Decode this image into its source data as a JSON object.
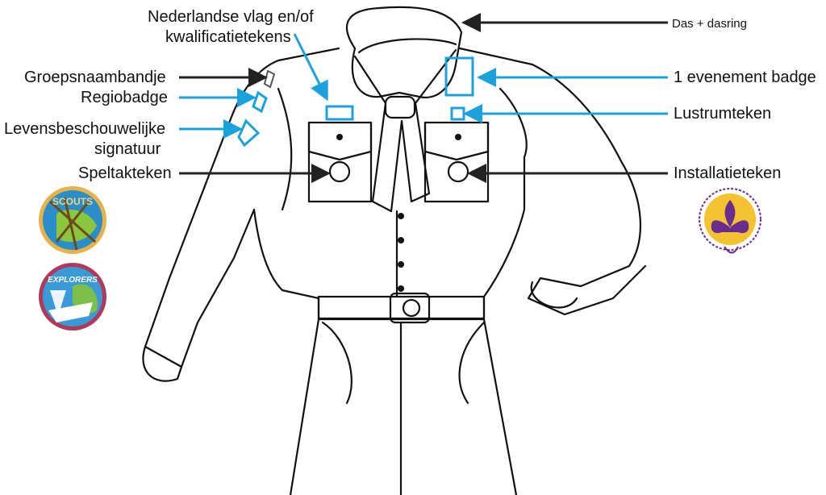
{
  "labels": {
    "flag_line1": "Nederlandse vlag en/of",
    "flag_line2": "kwalificatietekens",
    "scarf": "Das + dasring",
    "group_name": "Groepsnaambandje",
    "region": "Regiobadge",
    "belief_line1": "Levensbeschouwelijke",
    "belief_line2": "signatuur",
    "section": "Speltakteken",
    "event": "1 evenement badge",
    "lustrum": "Lustrumteken",
    "installation": "Installatieteken"
  },
  "badges": {
    "scouts": "SCOUTS",
    "explorers": "EXPLORERS"
  },
  "colors": {
    "blue": "#1ba1dc",
    "dark": "#222222",
    "scouts_ring": "#e8b24a",
    "explorers_ring": "#b03a5a",
    "installation_purple": "#6b2c8f",
    "installation_yellow": "#f2c230"
  }
}
